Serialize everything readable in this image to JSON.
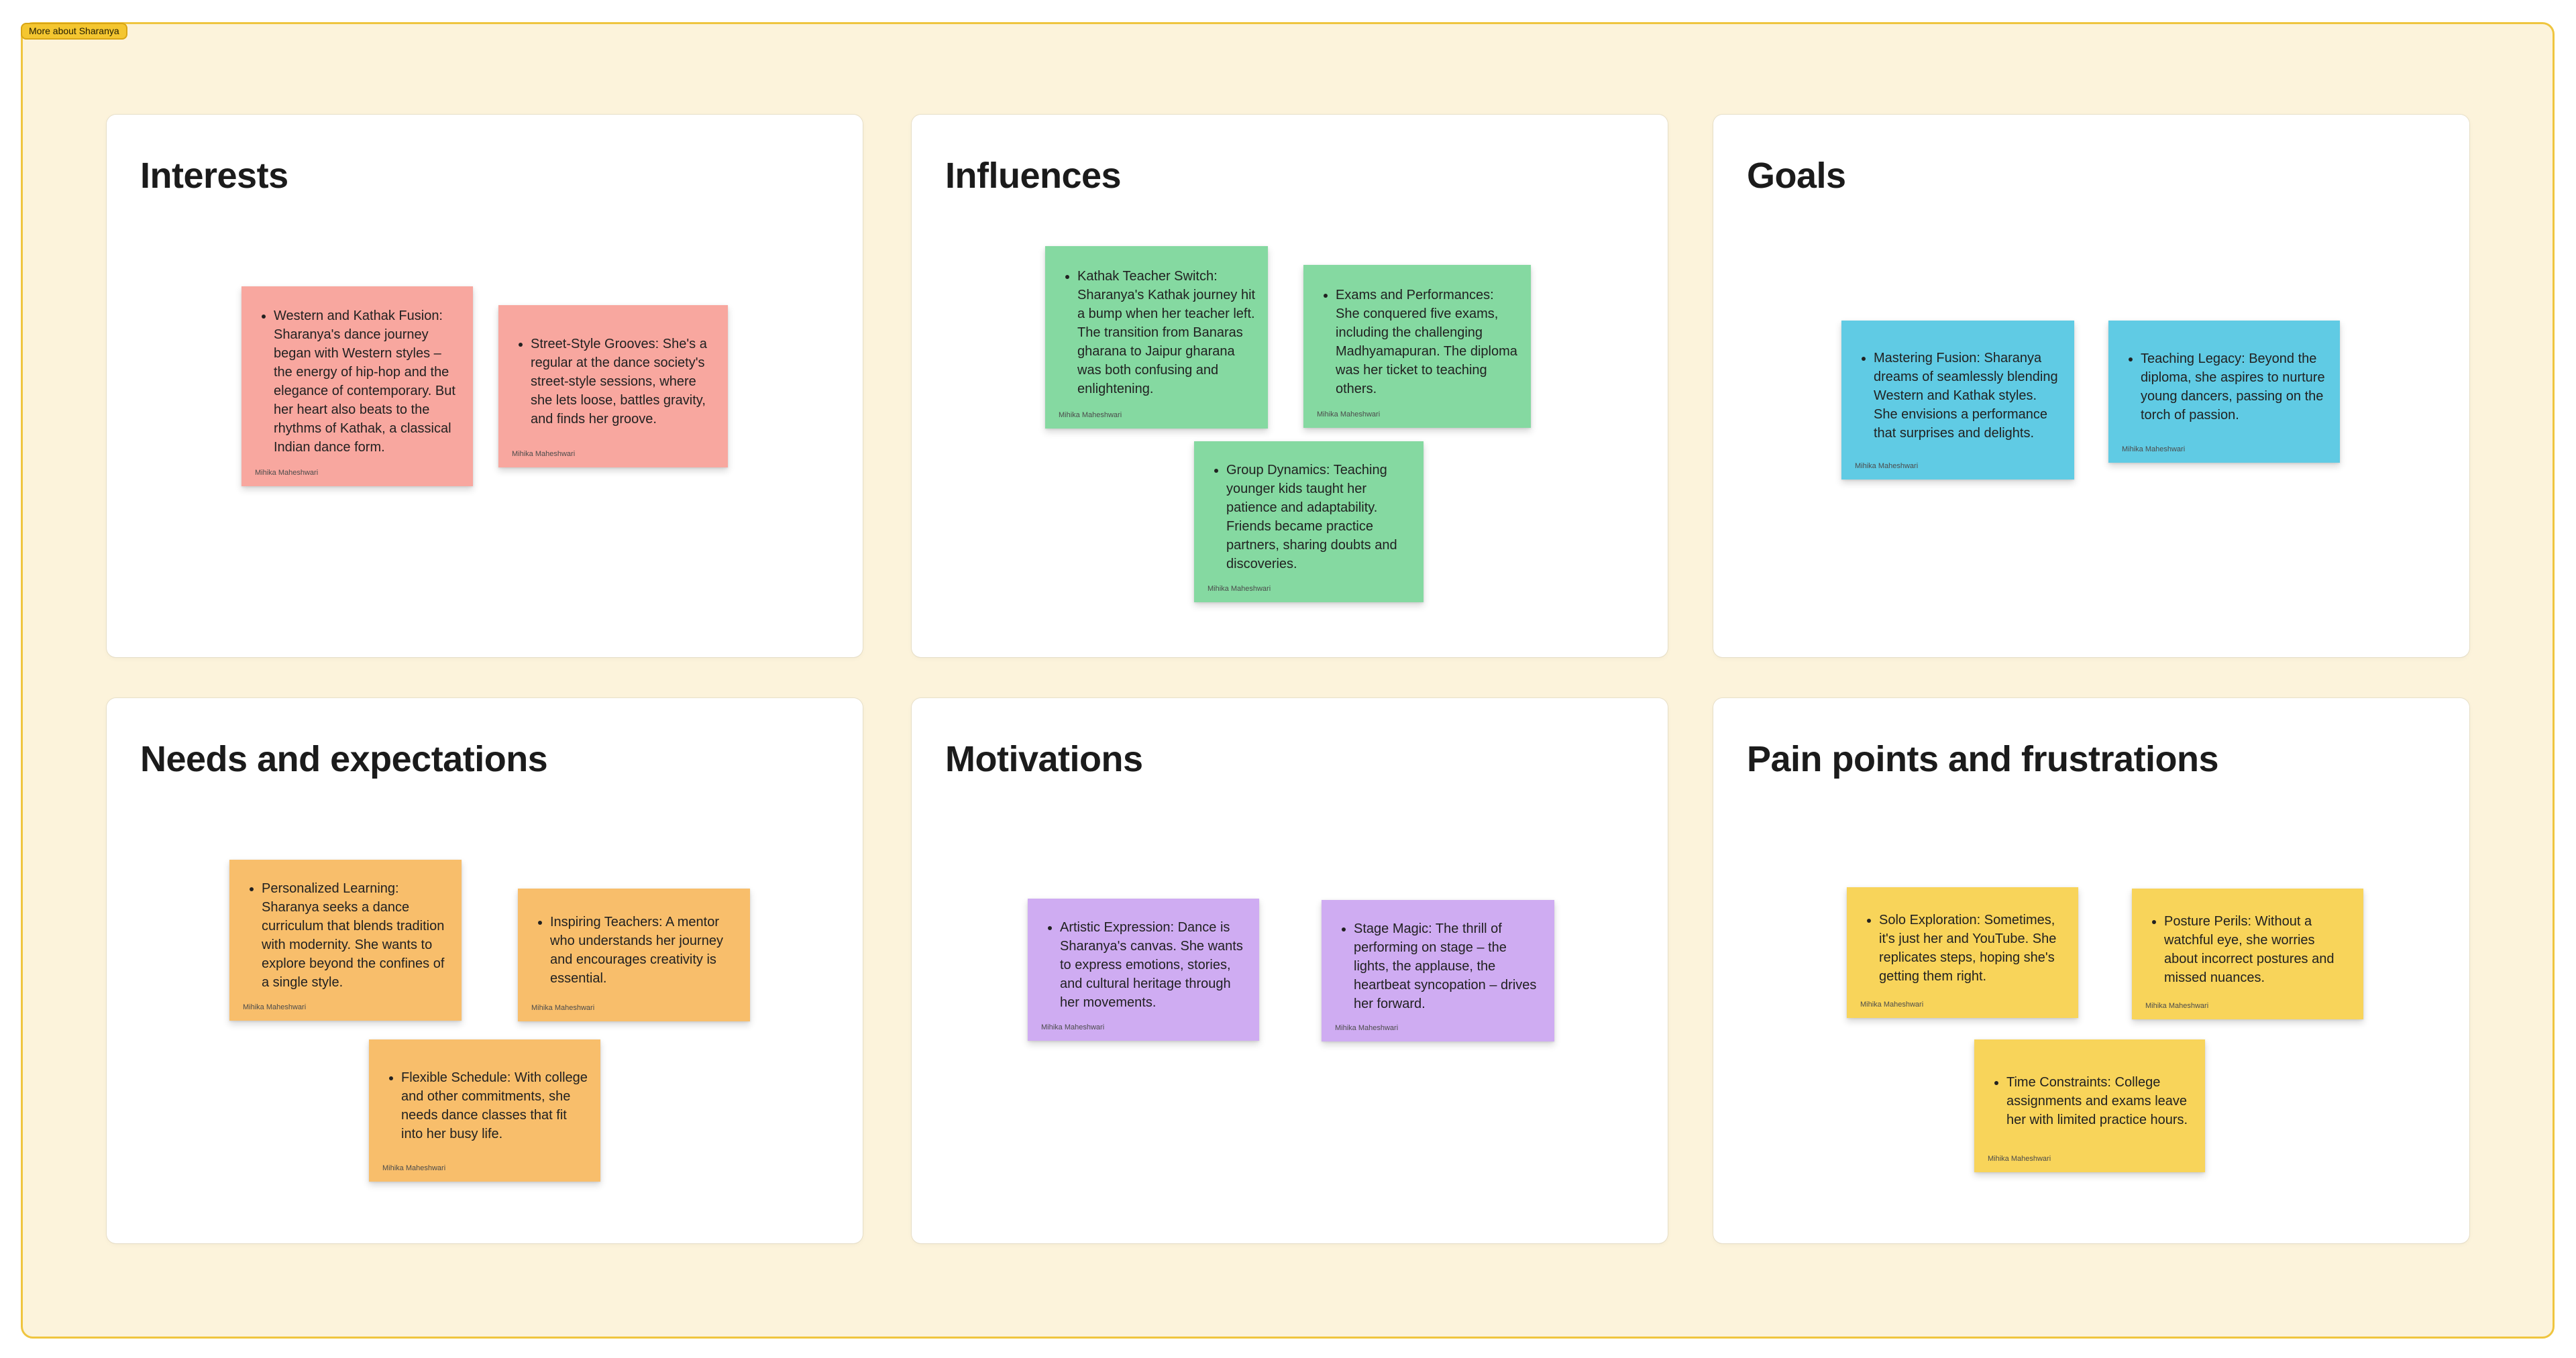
{
  "board": {
    "label": "More about Sharanya",
    "colors": {
      "frame_background": "#FCF3DB",
      "frame_border": "#EFC53F",
      "label_background": "#F4C630",
      "card_background": "#FFFFFF"
    }
  },
  "sections": [
    {
      "title": "Interests",
      "note_color": "#F8A79F",
      "notes": [
        {
          "text": "Western and Kathak Fusion: Sharanya's dance journey began with Western styles – the energy of hip-hop and the elegance of contemporary. But her heart also beats to the rhythms of Kathak, a classical Indian dance form.",
          "author": "Mihika Maheshwari"
        },
        {
          "text": "Street-Style Grooves: She's a regular at the dance society's street-style sessions, where she lets loose, battles gravity, and finds her groove.",
          "author": "Mihika Maheshwari"
        }
      ]
    },
    {
      "title": "Influences",
      "note_color": "#85D9A1",
      "notes": [
        {
          "text": "Kathak Teacher Switch: Sharanya's Kathak journey hit a bump when her teacher left. The transition from Banaras gharana to Jaipur gharana was both confusing and enlightening.",
          "author": "Mihika Maheshwari"
        },
        {
          "text": "Exams and Performances: She conquered five exams, including the challenging Madhyamapuran. The diploma was her ticket to teaching others.",
          "author": "Mihika Maheshwari"
        },
        {
          "text": "Group Dynamics: Teaching younger kids taught her patience and adaptability. Friends became practice partners, sharing doubts and discoveries.",
          "author": "Mihika Maheshwari"
        }
      ]
    },
    {
      "title": "Goals",
      "note_color": "#60CBE4",
      "notes": [
        {
          "text": "Mastering Fusion: Sharanya dreams of seamlessly blending Western and Kathak styles. She envisions a performance that surprises and delights.",
          "author": "Mihika Maheshwari"
        },
        {
          "text": "Teaching Legacy: Beyond the diploma, she aspires to nurture young dancers, passing on the torch of passion.",
          "author": "Mihika Maheshwari"
        }
      ]
    },
    {
      "title": "Needs and expectations",
      "note_color": "#F8BE6B",
      "notes": [
        {
          "text": "Personalized Learning: Sharanya seeks a dance curriculum that blends tradition with modernity. She wants to explore beyond the confines of a single style.",
          "author": "Mihika Maheshwari"
        },
        {
          "text": "Inspiring Teachers: A mentor who understands her journey and encourages creativity is essential.",
          "author": "Mihika Maheshwari"
        },
        {
          "text": "Flexible Schedule: With college and other commitments, she needs dance classes that fit into her busy life.",
          "author": "Mihika Maheshwari"
        }
      ]
    },
    {
      "title": "Motivations",
      "note_color": "#CFACF2",
      "notes": [
        {
          "text": "Artistic Expression: Dance is Sharanya's canvas. She wants to express emotions, stories, and cultural heritage through her movements.",
          "author": "Mihika Maheshwari"
        },
        {
          "text": "Stage Magic: The thrill of performing on stage – the lights, the applause, the heartbeat syncopation – drives her forward.",
          "author": "Mihika Maheshwari"
        }
      ]
    },
    {
      "title": "Pain points and frustrations",
      "note_color": "#F8D45A",
      "notes": [
        {
          "text": "Solo Exploration: Sometimes, it's just her and YouTube. She replicates steps, hoping she's getting them right.",
          "author": "Mihika Maheshwari"
        },
        {
          "text": "Posture Perils: Without a watchful eye, she worries about incorrect postures and missed nuances.",
          "author": "Mihika Maheshwari"
        },
        {
          "text": "Time Constraints: College assignments and exams leave her with limited practice hours.",
          "author": "Mihika Maheshwari"
        }
      ]
    }
  ]
}
